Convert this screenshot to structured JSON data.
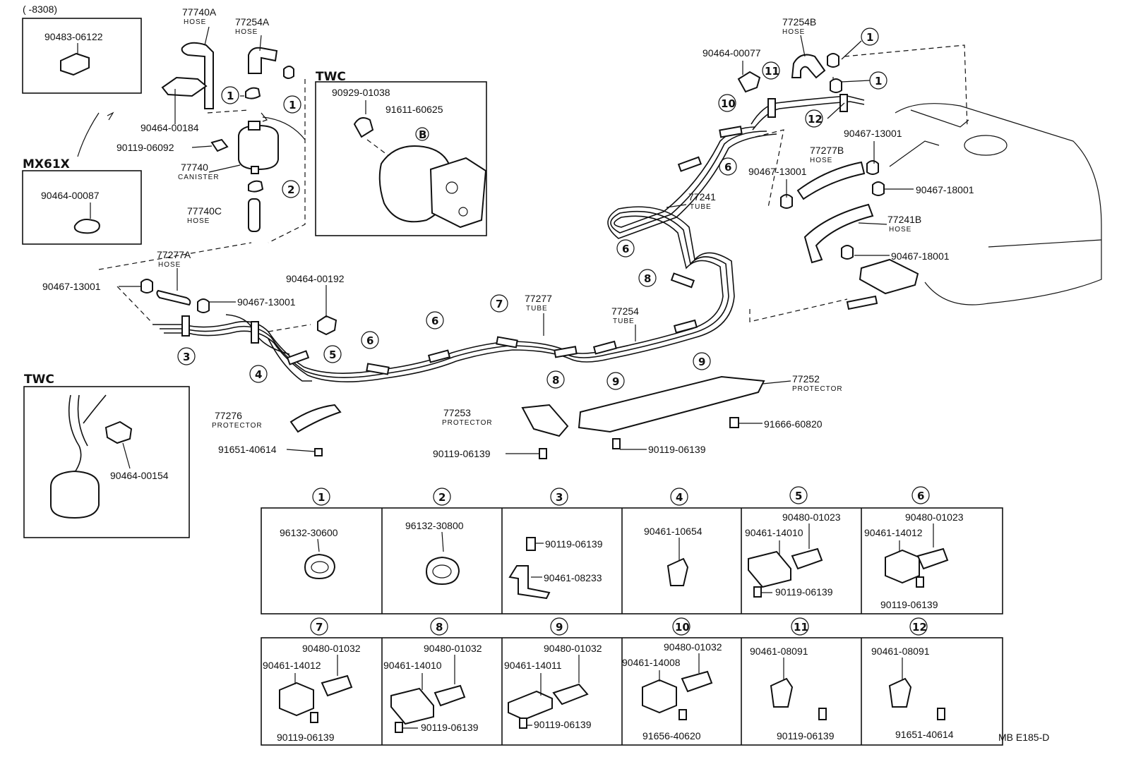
{
  "insets": {
    "early": {
      "range": "(    -8308)",
      "part": "90483-06122"
    },
    "mx61x": {
      "title": "MX61X",
      "part": "90464-00087"
    },
    "twc_top": {
      "title": "TWC",
      "part_a": "90929-01038",
      "part_b": "91611-60625",
      "marker": "B"
    },
    "twc_left": {
      "title": "TWC",
      "part": "90464-00154"
    }
  },
  "main_labels": [
    {
      "id": "77740A",
      "num": "77740A",
      "sub": "HOSE"
    },
    {
      "id": "77254A",
      "num": "77254A",
      "sub": "HOSE"
    },
    {
      "id": "90464-00184",
      "num": "90464-00184",
      "sub": ""
    },
    {
      "id": "90119-06092",
      "num": "90119-06092",
      "sub": ""
    },
    {
      "id": "77740",
      "num": "77740",
      "sub": "CANISTER"
    },
    {
      "id": "77740C",
      "num": "77740C",
      "sub": "HOSE"
    },
    {
      "id": "77277A",
      "num": "77277A",
      "sub": "HOSE"
    },
    {
      "id": "90467-13001-a",
      "num": "90467-13001",
      "sub": ""
    },
    {
      "id": "90467-13001-b",
      "num": "90467-13001",
      "sub": ""
    },
    {
      "id": "90464-00192",
      "num": "90464-00192",
      "sub": ""
    },
    {
      "id": "77276",
      "num": "77276",
      "sub": "PROTECTOR"
    },
    {
      "id": "91651-40614",
      "num": "91651-40614",
      "sub": ""
    },
    {
      "id": "77253",
      "num": "77253",
      "sub": "PROTECTOR"
    },
    {
      "id": "90119-06139-a",
      "num": "90119-06139",
      "sub": ""
    },
    {
      "id": "90119-06139-b",
      "num": "90119-06139",
      "sub": ""
    },
    {
      "id": "77277",
      "num": "77277",
      "sub": "TUBE"
    },
    {
      "id": "77254",
      "num": "77254",
      "sub": "TUBE"
    },
    {
      "id": "77252",
      "num": "77252",
      "sub": "PROTECTOR"
    },
    {
      "id": "91666-60820",
      "num": "91666-60820",
      "sub": ""
    },
    {
      "id": "77241",
      "num": "77241",
      "sub": "TUBE"
    },
    {
      "id": "90464-00077",
      "num": "90464-00077",
      "sub": ""
    },
    {
      "id": "77254B",
      "num": "77254B",
      "sub": "HOSE"
    },
    {
      "id": "90467-13001-c",
      "num": "90467-13001",
      "sub": ""
    },
    {
      "id": "77277B",
      "num": "77277B",
      "sub": "HOSE"
    },
    {
      "id": "90467-13001-d",
      "num": "90467-13001",
      "sub": ""
    },
    {
      "id": "90467-18001-a",
      "num": "90467-18001",
      "sub": ""
    },
    {
      "id": "77241B",
      "num": "77241B",
      "sub": "HOSE"
    },
    {
      "id": "90467-18001-b",
      "num": "90467-18001",
      "sub": ""
    }
  ],
  "callouts": [
    "1",
    "1",
    "1",
    "1",
    "2",
    "3",
    "4",
    "5",
    "6",
    "6",
    "6",
    "6",
    "7",
    "8",
    "8",
    "9",
    "9",
    "10",
    "11",
    "12"
  ],
  "detail_table": {
    "headers": [
      "1",
      "2",
      "3",
      "4",
      "5",
      "6",
      "7",
      "8",
      "9",
      "10",
      "11",
      "12"
    ],
    "row1": [
      {
        "n": "1",
        "parts": [
          "96132-30600"
        ]
      },
      {
        "n": "2",
        "parts": [
          "96132-30800"
        ]
      },
      {
        "n": "3",
        "parts": [
          "90119-06139",
          "90461-08233"
        ]
      },
      {
        "n": "4",
        "parts": [
          "90461-10654"
        ]
      },
      {
        "n": "5",
        "parts": [
          "90480-01023",
          "90461-14010",
          "90119-06139"
        ]
      },
      {
        "n": "6",
        "parts": [
          "90480-01023",
          "90461-14012",
          "90119-06139"
        ]
      }
    ],
    "row2": [
      {
        "n": "7",
        "parts": [
          "90480-01032",
          "90461-14012",
          "90119-06139"
        ]
      },
      {
        "n": "8",
        "parts": [
          "90480-01032",
          "90461-14010",
          "90119-06139"
        ]
      },
      {
        "n": "9",
        "parts": [
          "90480-01032",
          "90461-14011",
          "90119-06139"
        ]
      },
      {
        "n": "10",
        "parts": [
          "90480-01032",
          "90461-14008",
          "91656-40620"
        ]
      },
      {
        "n": "11",
        "parts": [
          "90461-08091",
          "90119-06139"
        ]
      },
      {
        "n": "12",
        "parts": [
          "90461-08091",
          "91651-40614"
        ]
      }
    ]
  },
  "drawing_code": "MB E185-D"
}
